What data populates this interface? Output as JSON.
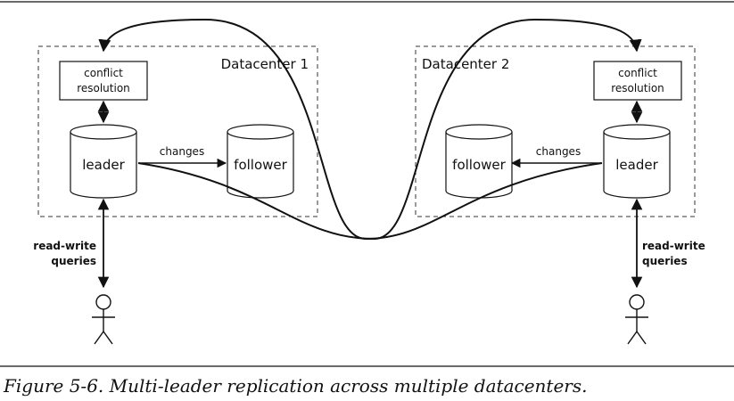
{
  "datacenters": [
    {
      "title": "Datacenter 1",
      "conflict_resolution": [
        "conflict",
        "resolution"
      ],
      "leader": "leader",
      "follower": "follower",
      "changes": "changes",
      "client_label": [
        "read-write",
        "queries"
      ]
    },
    {
      "title": "Datacenter 2",
      "conflict_resolution": [
        "conflict",
        "resolution"
      ],
      "leader": "leader",
      "follower": "follower",
      "changes": "changes",
      "client_label": [
        "read-write",
        "queries"
      ]
    }
  ],
  "caption": "Figure 5-6. Multi-leader replication across multiple datacenters."
}
